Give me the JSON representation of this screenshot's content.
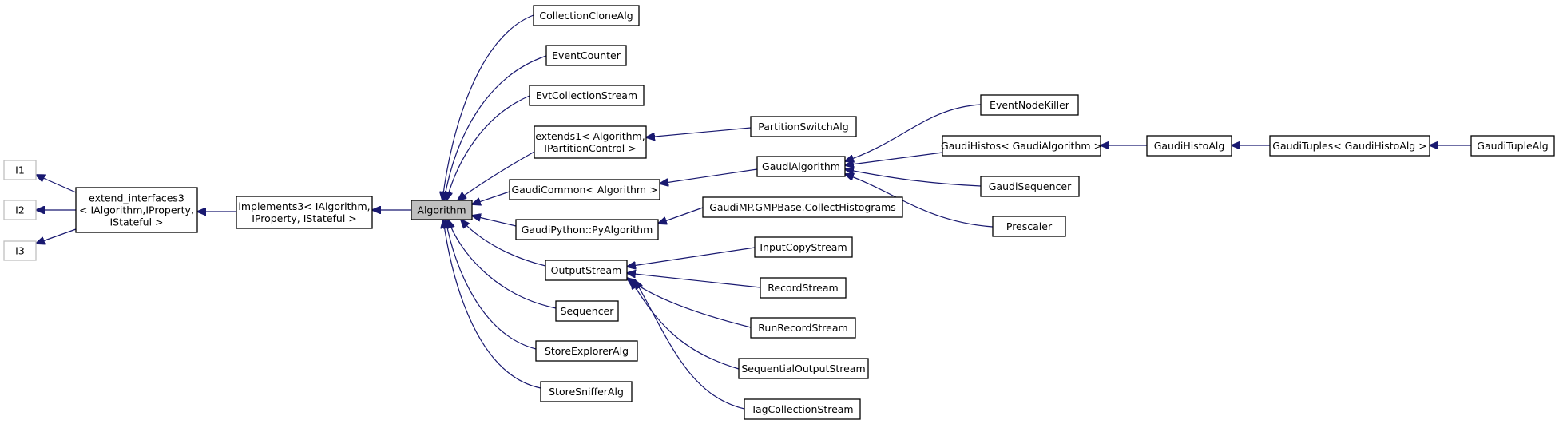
{
  "colors": {
    "edge": "#191970",
    "node_border": "#000000",
    "external_border": "#bfbfbf",
    "focus_fill": "#bfbfbf",
    "background": "#ffffff"
  },
  "nodes": {
    "i1": [
      "I1"
    ],
    "i2": [
      "I2"
    ],
    "i3": [
      "I3"
    ],
    "extend_interfaces3": [
      "extend_interfaces3",
      "< IAlgorithm,IProperty,",
      "IStateful >"
    ],
    "implements3": [
      "implements3< IAlgorithm,",
      "IProperty, IStateful >"
    ],
    "algorithm": [
      "Algorithm"
    ],
    "collection_clone_alg": [
      "CollectionCloneAlg"
    ],
    "event_counter": [
      "EventCounter"
    ],
    "evt_collection_stream": [
      "EvtCollectionStream"
    ],
    "extends1": [
      "extends1< Algorithm,",
      "IPartitionControl >"
    ],
    "gaudi_common": [
      "GaudiCommon< Algorithm >"
    ],
    "gaudi_python_pyalgorithm": [
      "GaudiPython::PyAlgorithm"
    ],
    "output_stream": [
      "OutputStream"
    ],
    "sequencer": [
      "Sequencer"
    ],
    "store_explorer_alg": [
      "StoreExplorerAlg"
    ],
    "store_sniffer_alg": [
      "StoreSnifferAlg"
    ],
    "partition_switch_alg": [
      "PartitionSwitchAlg"
    ],
    "gaudi_algorithm": [
      "GaudiAlgorithm"
    ],
    "gaudimp_collect_histograms": [
      "GaudiMP.GMPBase.CollectHistograms"
    ],
    "input_copy_stream": [
      "InputCopyStream"
    ],
    "record_stream": [
      "RecordStream"
    ],
    "run_record_stream": [
      "RunRecordStream"
    ],
    "sequential_output_stream": [
      "SequentialOutputStream"
    ],
    "tag_collection_stream": [
      "TagCollectionStream"
    ],
    "event_node_killer": [
      "EventNodeKiller"
    ],
    "gaudi_histos": [
      "GaudiHistos< GaudiAlgorithm >"
    ],
    "gaudi_sequencer": [
      "GaudiSequencer"
    ],
    "prescaler": [
      "Prescaler"
    ],
    "gaudi_histo_alg": [
      "GaudiHistoAlg"
    ],
    "gaudi_tuples": [
      "GaudiTuples< GaudiHistoAlg >"
    ],
    "gaudi_tuple_alg": [
      "GaudiTupleAlg"
    ]
  }
}
